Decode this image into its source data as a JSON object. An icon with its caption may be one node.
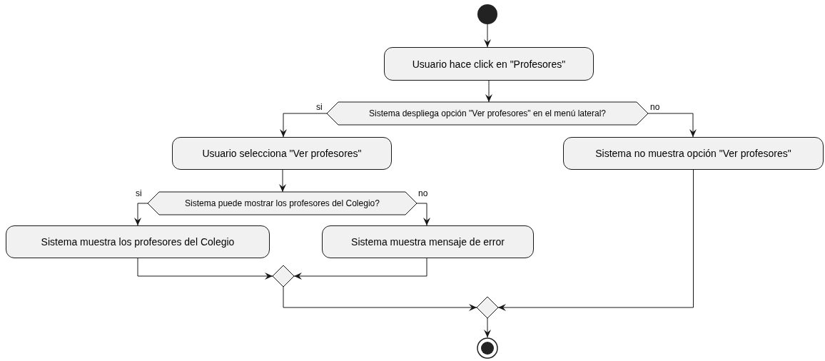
{
  "diagram": {
    "nodes": [
      {
        "text": [],
        "shape": "circle"
      },
      {
        "text": [
          "Usuario hace click en \"Profesores\""
        ]
      },
      {
        "text": [
          "Sistema despliega opción \"Ver profesores\" en el menú lateral?"
        ]
      },
      {
        "text": [
          "Usuario selecciona \"Ver profesores\""
        ]
      },
      {
        "text": [
          "Sistema no muestra opción \"Ver profesores\""
        ]
      },
      {
        "text": [
          "Sistema puede mostrar los profesores del Colegio?"
        ]
      },
      {
        "text": [
          "Sistema muestra los profesores del Colegio"
        ]
      },
      {
        "text": [
          "Sistema muestra mensaje de error"
        ]
      },
      {
        "text": [],
        "shape": "diamond"
      },
      {
        "text": [],
        "shape": "diamond"
      },
      {
        "text": [],
        "shape": "circle"
      }
    ],
    "edges": [
      {
        "from": 0,
        "to": 1,
        "arrow": "to"
      },
      {
        "from": 1,
        "to": 2,
        "arrow": "to"
      },
      {
        "from": 2,
        "to": 3,
        "arrow": "to",
        "label": "si"
      },
      {
        "from": 2,
        "to": 4,
        "arrow": "to",
        "label": "no"
      },
      {
        "from": 3,
        "to": 5,
        "arrow": "to"
      },
      {
        "from": 5,
        "to": 6,
        "arrow": "to",
        "label": "si"
      },
      {
        "from": 5,
        "to": 7,
        "arrow": "to",
        "label": "no"
      },
      {
        "from": 6,
        "to": 8,
        "arrow": "to"
      },
      {
        "from": 7,
        "to": 8,
        "arrow": "to"
      },
      {
        "from": 8,
        "to": 9,
        "arrow": "to"
      },
      {
        "from": 4,
        "to": 9,
        "arrow": "to"
      },
      {
        "from": 9,
        "to": 10,
        "arrow": "to"
      }
    ]
  }
}
